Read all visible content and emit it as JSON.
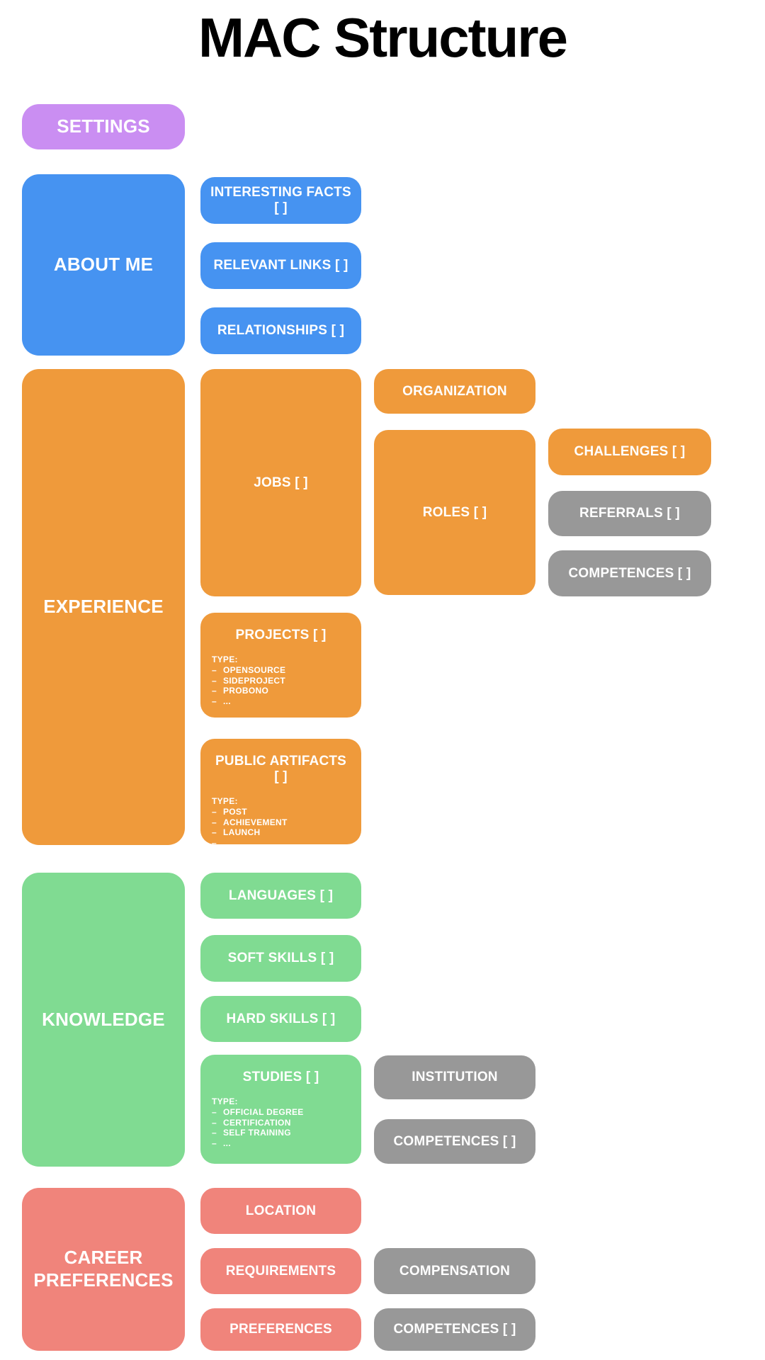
{
  "title": "MAC Structure",
  "glyphs": {
    "bullet": "–"
  },
  "colors": {
    "purple": "#ca8ef2",
    "blue": "#4693f1",
    "orange": "#ef9a3b",
    "green": "#80db92",
    "salmon": "#f0847b",
    "gray": "#989898",
    "node_text": "#ffffff",
    "title_text": "#000000"
  },
  "settings": {
    "label": "SETTINGS"
  },
  "about": {
    "label": "ABOUT ME",
    "interesting_facts": "INTERESTING FACTS [ ]",
    "relevant_links": "RELEVANT LINKS [ ]",
    "relationships": "RELATIONSHIPS [ ]"
  },
  "experience": {
    "label": "EXPERIENCE",
    "jobs": "JOBS [ ]",
    "organization": "ORGANIZATION",
    "roles": "ROLES [ ]",
    "challenges": "CHALLENGES [ ]",
    "referrals": "REFERRALS [ ]",
    "competences": "COMPETENCES [ ]",
    "projects": {
      "label": "PROJECTS [ ]",
      "type_heading": "TYPE:",
      "types": [
        "OPENSOURCE",
        "SIDEPROJECT",
        "PROBONO",
        "..."
      ]
    },
    "public_artifacts": {
      "label": "PUBLIC ARTIFACTS [ ]",
      "type_heading": "TYPE:",
      "types": [
        "POST",
        "ACHIEVEMENT",
        "LAUNCH",
        "..."
      ]
    }
  },
  "knowledge": {
    "label": "KNOWLEDGE",
    "languages": "LANGUAGES [ ]",
    "soft_skills": "SOFT SKILLS [ ]",
    "hard_skills": "HARD SKILLS [ ]",
    "studies": {
      "label": "STUDIES [ ]",
      "type_heading": "TYPE:",
      "types": [
        "OFFICIAL DEGREE",
        "CERTIFICATION",
        "SELF TRAINING",
        "..."
      ]
    },
    "institution": "INSTITUTION",
    "competences": "COMPETENCES [ ]"
  },
  "career": {
    "label": "CAREER PREFERENCES",
    "location": "LOCATION",
    "requirements": "REQUIREMENTS",
    "preferences": "PREFERENCES",
    "compensation": "COMPENSATION",
    "competences": "COMPETENCES [ ]"
  }
}
